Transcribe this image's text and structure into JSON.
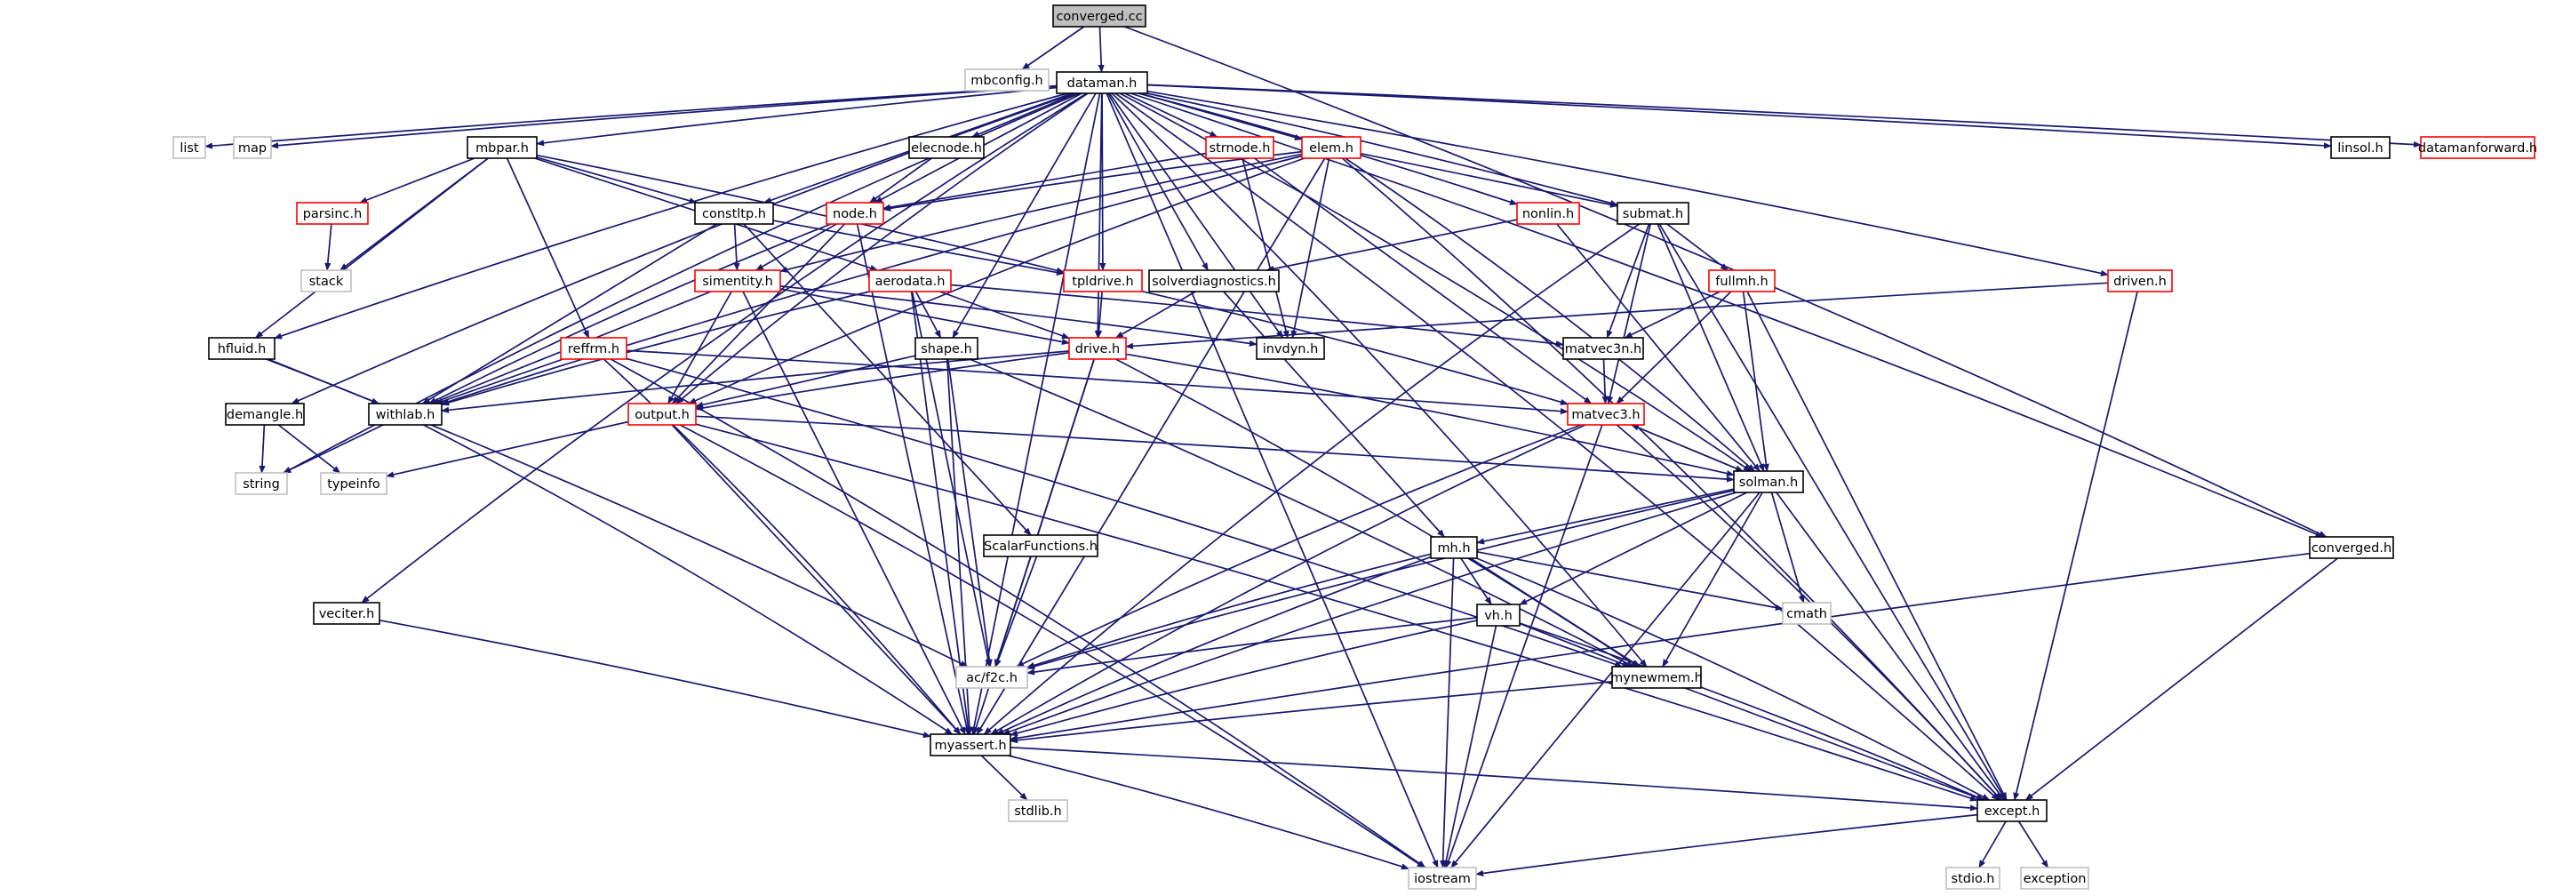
{
  "graph": {
    "title": "converged.cc",
    "colors": {
      "edge": "#191970",
      "root_fill": "#bfbfbf",
      "normal_border": "#000000",
      "linked_border": "#ff0000",
      "external_border": "#bfbfbf",
      "text": "#000000",
      "background": "#ffffff"
    },
    "nodes": [
      {
        "id": "converged_cc",
        "label": "converged.cc",
        "style": "root"
      },
      {
        "id": "mbconfig",
        "label": "mbconfig.h",
        "style": "external"
      },
      {
        "id": "dataman",
        "label": "dataman.h",
        "style": "normal"
      },
      {
        "id": "list",
        "label": "list",
        "style": "external"
      },
      {
        "id": "map",
        "label": "map",
        "style": "external"
      },
      {
        "id": "mbpar",
        "label": "mbpar.h",
        "style": "normal"
      },
      {
        "id": "elecnode",
        "label": "elecnode.h",
        "style": "normal"
      },
      {
        "id": "strnode",
        "label": "strnode.h",
        "style": "linked"
      },
      {
        "id": "elem",
        "label": "elem.h",
        "style": "linked"
      },
      {
        "id": "linsol",
        "label": "linsol.h",
        "style": "normal"
      },
      {
        "id": "datamanforward",
        "label": "datamanforward.h",
        "style": "linked"
      },
      {
        "id": "parsinc",
        "label": "parsinc.h",
        "style": "linked"
      },
      {
        "id": "constltp",
        "label": "constltp.h",
        "style": "normal"
      },
      {
        "id": "node",
        "label": "node.h",
        "style": "linked"
      },
      {
        "id": "nonlin",
        "label": "nonlin.h",
        "style": "linked"
      },
      {
        "id": "submat",
        "label": "submat.h",
        "style": "normal"
      },
      {
        "id": "stack",
        "label": "stack",
        "style": "external"
      },
      {
        "id": "simentity",
        "label": "simentity.h",
        "style": "linked"
      },
      {
        "id": "aerodata",
        "label": "aerodata.h",
        "style": "linked"
      },
      {
        "id": "tpldrive",
        "label": "tpldrive.h",
        "style": "linked"
      },
      {
        "id": "solverdiagnostics",
        "label": "solverdiagnostics.h",
        "style": "normal"
      },
      {
        "id": "fullmh",
        "label": "fullmh.h",
        "style": "linked"
      },
      {
        "id": "driven",
        "label": "driven.h",
        "style": "linked"
      },
      {
        "id": "hfluid",
        "label": "hfluid.h",
        "style": "normal"
      },
      {
        "id": "reffrm",
        "label": "reffrm.h",
        "style": "linked"
      },
      {
        "id": "shape",
        "label": "shape.h",
        "style": "normal"
      },
      {
        "id": "drive",
        "label": "drive.h",
        "style": "linked"
      },
      {
        "id": "invdyn",
        "label": "invdyn.h",
        "style": "normal"
      },
      {
        "id": "matvec3n",
        "label": "matvec3n.h",
        "style": "normal"
      },
      {
        "id": "demangle",
        "label": "demangle.h",
        "style": "normal"
      },
      {
        "id": "withlab",
        "label": "withlab.h",
        "style": "normal"
      },
      {
        "id": "output",
        "label": "output.h",
        "style": "linked"
      },
      {
        "id": "matvec3",
        "label": "matvec3.h",
        "style": "linked"
      },
      {
        "id": "string",
        "label": "string",
        "style": "external"
      },
      {
        "id": "typeinfo",
        "label": "typeinfo",
        "style": "external"
      },
      {
        "id": "solman",
        "label": "solman.h",
        "style": "normal"
      },
      {
        "id": "scalarfunctions",
        "label": "ScalarFunctions.h",
        "style": "normal"
      },
      {
        "id": "mh",
        "label": "mh.h",
        "style": "normal"
      },
      {
        "id": "converged_h",
        "label": "converged.h",
        "style": "normal"
      },
      {
        "id": "cmath",
        "label": "cmath",
        "style": "external"
      },
      {
        "id": "veciter",
        "label": "veciter.h",
        "style": "normal"
      },
      {
        "id": "vh",
        "label": "vh.h",
        "style": "normal"
      },
      {
        "id": "acf2c",
        "label": "ac/f2c.h",
        "style": "external"
      },
      {
        "id": "mynewmem",
        "label": "mynewmem.h",
        "style": "normal"
      },
      {
        "id": "myassert",
        "label": "myassert.h",
        "style": "normal"
      },
      {
        "id": "stdlib",
        "label": "stdlib.h",
        "style": "external"
      },
      {
        "id": "except",
        "label": "except.h",
        "style": "normal"
      },
      {
        "id": "stdio",
        "label": "stdio.h",
        "style": "external"
      },
      {
        "id": "exception",
        "label": "exception",
        "style": "external"
      },
      {
        "id": "iostream",
        "label": "iostream",
        "style": "external"
      }
    ],
    "edges": [
      [
        "converged_cc",
        "mbconfig"
      ],
      [
        "converged_cc",
        "dataman"
      ],
      [
        "converged_cc",
        "converged_h"
      ],
      [
        "dataman",
        "list"
      ],
      [
        "dataman",
        "map"
      ],
      [
        "dataman",
        "mbpar"
      ],
      [
        "dataman",
        "elecnode"
      ],
      [
        "dataman",
        "strnode"
      ],
      [
        "dataman",
        "elem"
      ],
      [
        "dataman",
        "linsol"
      ],
      [
        "dataman",
        "datamanforward"
      ],
      [
        "dataman",
        "constltp"
      ],
      [
        "dataman",
        "node"
      ],
      [
        "dataman",
        "nonlin"
      ],
      [
        "dataman",
        "submat"
      ],
      [
        "dataman",
        "tpldrive"
      ],
      [
        "dataman",
        "solverdiagnostics"
      ],
      [
        "dataman",
        "driven"
      ],
      [
        "dataman",
        "hfluid"
      ],
      [
        "dataman",
        "shape"
      ],
      [
        "dataman",
        "drive"
      ],
      [
        "dataman",
        "invdyn"
      ],
      [
        "dataman",
        "demangle"
      ],
      [
        "dataman",
        "output"
      ],
      [
        "dataman",
        "string"
      ],
      [
        "dataman",
        "solman"
      ],
      [
        "dataman",
        "converged_h"
      ],
      [
        "dataman",
        "veciter"
      ],
      [
        "dataman",
        "mynewmem"
      ],
      [
        "dataman",
        "myassert"
      ],
      [
        "dataman",
        "except"
      ],
      [
        "dataman",
        "iostream"
      ],
      [
        "mbpar",
        "parsinc"
      ],
      [
        "mbpar",
        "constltp"
      ],
      [
        "mbpar",
        "stack"
      ],
      [
        "mbpar",
        "aerodata"
      ],
      [
        "mbpar",
        "tpldrive"
      ],
      [
        "mbpar",
        "reffrm"
      ],
      [
        "mbpar",
        "hfluid"
      ],
      [
        "parsinc",
        "stack"
      ],
      [
        "elecnode",
        "node"
      ],
      [
        "strnode",
        "node"
      ],
      [
        "strnode",
        "invdyn"
      ],
      [
        "strnode",
        "matvec3"
      ],
      [
        "elem",
        "node"
      ],
      [
        "elem",
        "submat"
      ],
      [
        "elem",
        "simentity"
      ],
      [
        "elem",
        "invdyn"
      ],
      [
        "elem",
        "withlab"
      ],
      [
        "elem",
        "output"
      ],
      [
        "elem",
        "myassert"
      ],
      [
        "elem",
        "except"
      ],
      [
        "elem",
        "solman"
      ],
      [
        "constltp",
        "simentity"
      ],
      [
        "constltp",
        "tpldrive"
      ],
      [
        "constltp",
        "withlab"
      ],
      [
        "constltp",
        "scalarfunctions"
      ],
      [
        "node",
        "simentity"
      ],
      [
        "node",
        "withlab"
      ],
      [
        "node",
        "output"
      ],
      [
        "node",
        "myassert"
      ],
      [
        "nonlin",
        "solverdiagnostics"
      ],
      [
        "nonlin",
        "solman"
      ],
      [
        "submat",
        "matvec3n"
      ],
      [
        "submat",
        "matvec3"
      ],
      [
        "submat",
        "fullmh"
      ],
      [
        "submat",
        "solman"
      ],
      [
        "submat",
        "except"
      ],
      [
        "submat",
        "myassert"
      ],
      [
        "simentity",
        "drive"
      ],
      [
        "simentity",
        "output"
      ],
      [
        "simentity",
        "withlab"
      ],
      [
        "simentity",
        "myassert"
      ],
      [
        "simentity",
        "invdyn"
      ],
      [
        "aerodata",
        "shape"
      ],
      [
        "aerodata",
        "drive"
      ],
      [
        "aerodata",
        "matvec3n"
      ],
      [
        "aerodata",
        "acf2c"
      ],
      [
        "aerodata",
        "myassert"
      ],
      [
        "aerodata",
        "withlab"
      ],
      [
        "tpldrive",
        "drive"
      ],
      [
        "tpldrive",
        "matvec3"
      ],
      [
        "solverdiagnostics",
        "drive"
      ],
      [
        "solverdiagnostics",
        "mh"
      ],
      [
        "fullmh",
        "matvec3n"
      ],
      [
        "fullmh",
        "matvec3"
      ],
      [
        "fullmh",
        "solman"
      ],
      [
        "fullmh",
        "except"
      ],
      [
        "driven",
        "drive"
      ],
      [
        "driven",
        "except"
      ],
      [
        "hfluid",
        "withlab"
      ],
      [
        "hfluid",
        "acf2c"
      ],
      [
        "reffrm",
        "withlab"
      ],
      [
        "reffrm",
        "matvec3"
      ],
      [
        "reffrm",
        "myassert"
      ],
      [
        "reffrm",
        "iostream"
      ],
      [
        "reffrm",
        "mynewmem"
      ],
      [
        "shape",
        "output"
      ],
      [
        "shape",
        "mynewmem"
      ],
      [
        "shape",
        "myassert"
      ],
      [
        "shape",
        "acf2c"
      ],
      [
        "drive",
        "withlab"
      ],
      [
        "drive",
        "output"
      ],
      [
        "drive",
        "solman"
      ],
      [
        "drive",
        "acf2c"
      ],
      [
        "drive",
        "myassert"
      ],
      [
        "drive",
        "mynewmem"
      ],
      [
        "matvec3n",
        "matvec3"
      ],
      [
        "demangle",
        "string"
      ],
      [
        "demangle",
        "typeinfo"
      ],
      [
        "withlab",
        "string"
      ],
      [
        "withlab",
        "myassert"
      ],
      [
        "output",
        "typeinfo"
      ],
      [
        "output",
        "solman"
      ],
      [
        "output",
        "myassert"
      ],
      [
        "output",
        "iostream"
      ],
      [
        "output",
        "except"
      ],
      [
        "matvec3",
        "solman"
      ],
      [
        "matvec3",
        "except"
      ],
      [
        "matvec3",
        "iostream"
      ],
      [
        "matvec3",
        "acf2c"
      ],
      [
        "matvec3",
        "myassert"
      ],
      [
        "solman",
        "matvec3"
      ],
      [
        "solman",
        "mh"
      ],
      [
        "solman",
        "vh"
      ],
      [
        "solman",
        "cmath"
      ],
      [
        "solman",
        "mynewmem"
      ],
      [
        "solman",
        "except"
      ],
      [
        "solman",
        "myassert"
      ],
      [
        "solman",
        "acf2c"
      ],
      [
        "solman",
        "iostream"
      ],
      [
        "scalarfunctions",
        "acf2c"
      ],
      [
        "mh",
        "vh"
      ],
      [
        "mh",
        "cmath"
      ],
      [
        "mh",
        "mynewmem"
      ],
      [
        "mh",
        "except"
      ],
      [
        "mh",
        "myassert"
      ],
      [
        "mh",
        "acf2c"
      ],
      [
        "mh",
        "iostream"
      ],
      [
        "converged_h",
        "myassert"
      ],
      [
        "converged_h",
        "except"
      ],
      [
        "veciter",
        "myassert"
      ],
      [
        "vh",
        "mynewmem"
      ],
      [
        "vh",
        "acf2c"
      ],
      [
        "vh",
        "myassert"
      ],
      [
        "vh",
        "except"
      ],
      [
        "vh",
        "iostream"
      ],
      [
        "mynewmem",
        "myassert"
      ],
      [
        "mynewmem",
        "except"
      ],
      [
        "myassert",
        "stdlib"
      ],
      [
        "myassert",
        "except"
      ],
      [
        "myassert",
        "iostream"
      ],
      [
        "except",
        "stdio"
      ],
      [
        "except",
        "exception"
      ],
      [
        "except",
        "iostream"
      ]
    ]
  }
}
